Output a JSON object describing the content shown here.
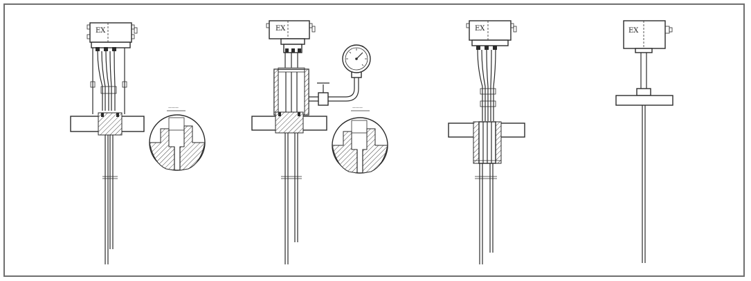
{
  "figures": [
    {
      "housing_label": "EX",
      "detail_caption": "———"
    },
    {
      "housing_label": "EX",
      "detail_caption": "———"
    },
    {
      "housing_label": "EX"
    },
    {
      "housing_label": "EX"
    }
  ]
}
